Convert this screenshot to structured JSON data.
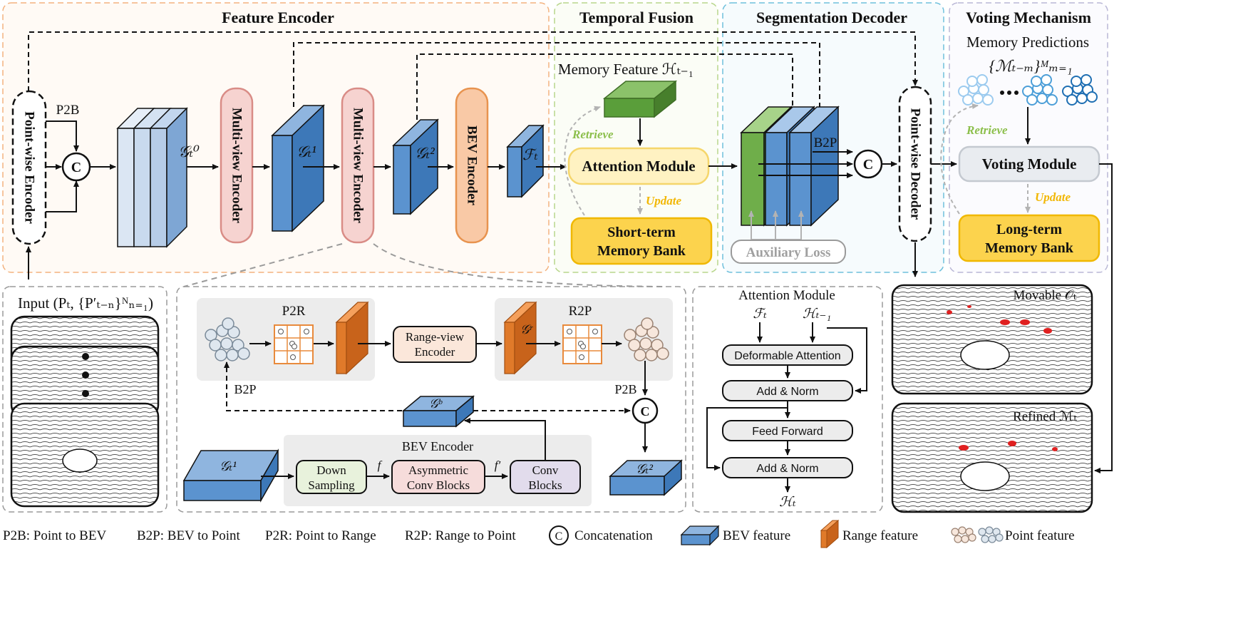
{
  "sections": {
    "feature_encoder": "Feature Encoder",
    "temporal_fusion": "Temporal Fusion",
    "segmentation_decoder": "Segmentation Decoder",
    "voting_mechanism": "Voting Mechanism"
  },
  "encoder": {
    "pointwise_encoder": "Point-wise Encoder",
    "p2b": "P2B",
    "concat_symbol": "C",
    "g_t0": "𝒢ₜ⁰",
    "multiview_encoder_1": "Multi-view Encoder",
    "g_t1": "𝒢ₜ¹",
    "multiview_encoder_2": "Multi-view Encoder",
    "g_t2": "𝒢ₜ²",
    "bev_encoder": "BEV Encoder",
    "f_t": "ℱₜ"
  },
  "temporal": {
    "memory_feature": "Memory Feature ℋₜ₋₁",
    "retrieve": "Retrieve",
    "attention_module": "Attention Module",
    "update": "Update",
    "short_term_line1": "Short-term",
    "short_term_line2": "Memory Bank"
  },
  "decoder": {
    "b2p": "B2P",
    "concat_symbol": "C",
    "auxiliary_loss": "Auxiliary Loss",
    "pointwise_decoder": "Point-wise Decoder"
  },
  "voting": {
    "memory_predictions": "Memory Predictions",
    "memory_formula": "{ℳₜ₋ₘ}ᴹₘ₌₁",
    "retrieve": "Retrieve",
    "voting_module": "Voting Module",
    "update": "Update",
    "long_term_line1": "Long-term",
    "long_term_line2": "Memory Bank"
  },
  "input": {
    "label": "Input (Pₜ, {P′ₜ₋ₙ}ᴺₙ₌₁)"
  },
  "detail": {
    "p2r": "P2R",
    "range_view_line1": "Range-view",
    "range_view_line2": "Encoder",
    "g_r": "𝒢ʳ",
    "r2p": "R2P",
    "b2p": "B2P",
    "p2b": "P2B",
    "g_b": "𝒢ᵇ",
    "concat_symbol": "C",
    "bev_encoder_title": "BEV Encoder",
    "g_t1": "𝒢ₜ¹",
    "down_line1": "Down",
    "down_line2": "Sampling",
    "f": "f",
    "asym_line1": "Asymmetric",
    "asym_line2": "Conv Blocks",
    "f_prime": "f′",
    "conv_line1": "Conv",
    "conv_line2": "Blocks",
    "g_t2": "𝒢ₜ²"
  },
  "attention_detail": {
    "title": "Attention Module",
    "f_t": "ℱₜ",
    "h_prev": "ℋₜ₋₁",
    "deformable": "Deformable Attention",
    "add_norm_1": "Add & Norm",
    "feed_forward": "Feed Forward",
    "add_norm_2": "Add & Norm",
    "h_t": "ℋₜ"
  },
  "outputs": {
    "movable": "Movable 𝒪ₜ",
    "refined": "Refined ℳₜ"
  },
  "legend": {
    "p2b": "P2B: Point to BEV",
    "b2p": "B2P: BEV to Point",
    "p2r": "P2R: Point to Range",
    "r2p": "R2P: Range to Point",
    "concat_symbol": "C",
    "concatenation": "Concatenation",
    "bev_feature": "BEV feature",
    "range_feature": "Range feature",
    "point_feature": "Point feature"
  },
  "colors": {
    "blue": "#4a86c8",
    "blue_dark": "#2f6aa6",
    "green": "#5a9e3a",
    "orange": "#e07a2a",
    "pink_fill": "#f6d3d0",
    "pink_stroke": "#d98c86",
    "orange_fill": "#f9c9a6",
    "yellow_fill": "#fcd34d",
    "yellow_light": "#fff2c2",
    "accent_green": "#8cbf4c",
    "accent_yellow": "#f2b705"
  }
}
